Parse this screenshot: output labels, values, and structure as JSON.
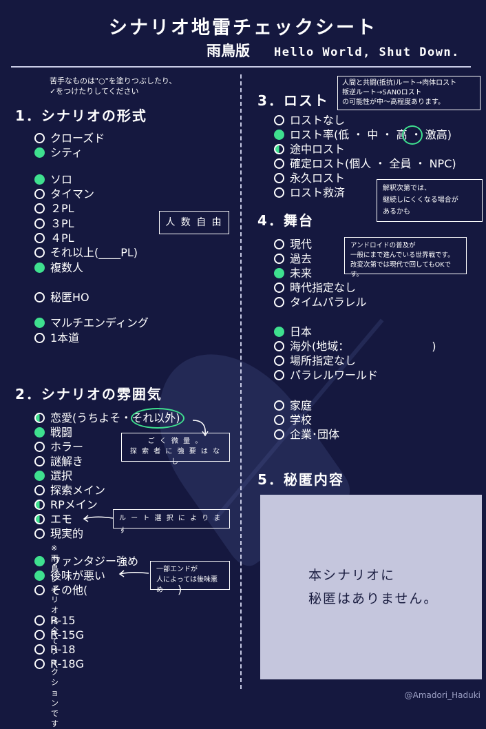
{
  "header": {
    "title": "シナリオ地雷チェックシート",
    "subtitle": "雨鳥版",
    "english": "Hello World, Shut Down."
  },
  "instructions": [
    "苦手なものは\"○\"を塗りつぶしたり、",
    "✓をつけたりしてください"
  ],
  "colors": {
    "background": "#15183f",
    "accent": "#3fe08f",
    "secret_box": "#c5c6dd"
  },
  "section1": {
    "heading": "1．シナリオの形式",
    "items": [
      {
        "label": "クローズド",
        "mark": "empty"
      },
      {
        "label": "シティ",
        "mark": "filled"
      },
      {
        "label": "ソロ",
        "mark": "filled"
      },
      {
        "label": "タイマン",
        "mark": "empty"
      },
      {
        "label": "２PL",
        "mark": "empty"
      },
      {
        "label": "３PL",
        "mark": "empty"
      },
      {
        "label": "４PL",
        "mark": "empty"
      },
      {
        "label": "それ以上(____PL)",
        "mark": "empty"
      },
      {
        "label": "複数人",
        "mark": "filled"
      },
      {
        "label": "秘匿HO",
        "mark": "empty"
      },
      {
        "label": "マルチエンディング",
        "mark": "filled"
      },
      {
        "label": "1本道",
        "mark": "empty"
      }
    ],
    "note_box": "人 数 自 由"
  },
  "section2": {
    "heading": "2．シナリオの雰囲気",
    "items": [
      {
        "label": "恋愛(うちよそ・それ以外)",
        "mark": "half"
      },
      {
        "label": "戦闘",
        "mark": "filled"
      },
      {
        "label": "ホラー",
        "mark": "empty"
      },
      {
        "label": "謎解き",
        "mark": "empty"
      },
      {
        "label": "選択",
        "mark": "filled"
      },
      {
        "label": "探索メイン",
        "mark": "empty"
      },
      {
        "label": "RPメイン",
        "mark": "half"
      },
      {
        "label": "エモ",
        "mark": "half"
      },
      {
        "label": "現実的",
        "mark": "empty"
      },
      {
        "label": "ファンタジー強め",
        "mark": "filled"
      },
      {
        "label": "後味が悪い",
        "mark": "filled"
      },
      {
        "label": "その他(",
        "mark": "empty"
      }
    ],
    "fiction_note": "※雨鳥シナリオは全てフィクションです",
    "romance_note": [
      "ご く 微 量 。",
      "探 索 者 に 強 要 は な し"
    ],
    "emo_note": "ル ー ト 選 択 に よ り ま す",
    "aftertaste_note": [
      "一部エンドが",
      "人によっては後味悪め"
    ],
    "ratings": [
      {
        "label": "R-15",
        "mark": "empty"
      },
      {
        "label": "R-15G",
        "mark": "empty"
      },
      {
        "label": "R-18",
        "mark": "empty"
      },
      {
        "label": "R-18G",
        "mark": "empty"
      }
    ]
  },
  "section3": {
    "heading": "3．ロスト",
    "items": [
      {
        "label": "ロストなし",
        "mark": "empty"
      },
      {
        "label": "ロスト率(低 ・ 中 ・ 高 ・ 激高)",
        "mark": "filled"
      },
      {
        "label": "途中ロスト",
        "mark": "half"
      },
      {
        "label": "確定ロスト(個人 ・ 全員 ・ NPC)",
        "mark": "empty"
      },
      {
        "label": "永久ロスト",
        "mark": "empty"
      },
      {
        "label": "ロスト救済",
        "mark": "empty"
      }
    ],
    "lost_note": [
      "人間と共闘(抵抗)ルート→肉体ロスト",
      "叛逆ルート→SAN0ロスト",
      "の可能性が中～高程度あります。"
    ],
    "rescue_note": [
      "解釈次第では、",
      "継続しにくくなる場合が",
      "あるかも"
    ]
  },
  "section4": {
    "heading": "4．舞台",
    "items": [
      {
        "label": "現代",
        "mark": "empty"
      },
      {
        "label": "過去",
        "mark": "empty"
      },
      {
        "label": "未来",
        "mark": "filled"
      },
      {
        "label": "時代指定なし",
        "mark": "empty"
      },
      {
        "label": "タイムパラレル",
        "mark": "empty"
      },
      {
        "label": "日本",
        "mark": "filled"
      },
      {
        "label": "海外(地域：　　　　　　　　)",
        "mark": "empty"
      },
      {
        "label": "場所指定なし",
        "mark": "empty"
      },
      {
        "label": "パラレルワールド",
        "mark": "empty"
      },
      {
        "label": "家庭",
        "mark": "empty"
      },
      {
        "label": "学校",
        "mark": "empty"
      },
      {
        "label": "企業･団体",
        "mark": "empty"
      }
    ],
    "world_note": [
      "アンドロイドの普及が",
      "一般にまで進んでいる世界戦です。",
      "改変次第では現代で回してもOKです。"
    ]
  },
  "section5": {
    "heading": "5．秘匿内容",
    "text": "本シナリオに\n秘匿はありません。"
  },
  "credit": "@Amadori_Haduki"
}
